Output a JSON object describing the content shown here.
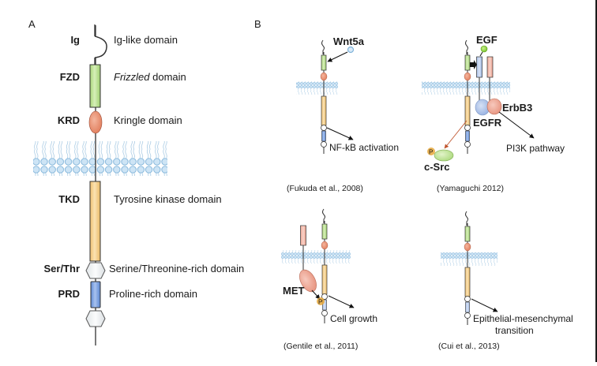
{
  "panel_a": {
    "letter": "A",
    "domains": [
      {
        "abbr": "Ig",
        "name": "Ig-like domain",
        "shape": "loop",
        "italic_part": ""
      },
      {
        "abbr": "FZD",
        "name_italic": "Frizzled",
        "name": " domain",
        "shape": "rect",
        "color": "#b9df8d"
      },
      {
        "abbr": "KRD",
        "name": "Kringle domain",
        "shape": "ellipse",
        "color": "#e98b6e"
      },
      {
        "abbr": "TKD",
        "name": "Tyrosine kinase domain",
        "shape": "rect",
        "color": "#f5d08e"
      },
      {
        "abbr": "Ser/Thr",
        "name": "Serine/Threonine-rich domain",
        "shape": "hexagon",
        "color": "#eef0f2"
      },
      {
        "abbr": "PRD",
        "name": "Proline-rich domain",
        "shape": "rect",
        "color": "#7fa5e0"
      }
    ]
  },
  "panel_b": {
    "letter": "B",
    "subpanels": [
      {
        "id": "wnt5a",
        "ligand": "Wnt5a",
        "effect": "NF-kB activation",
        "citation": "(Fukuda et al., 2008)"
      },
      {
        "id": "egf",
        "ligand": "EGF",
        "partner1": "EGFR",
        "partner2": "ErbB3",
        "effect": "PI3K pathway",
        "kinase": "c-Src",
        "phospho": "P",
        "citation": "(Yamaguchi 2012)"
      },
      {
        "id": "met",
        "partner": "MET",
        "phospho": "P",
        "effect": "Cell growth",
        "citation": "(Gentile et al., 2011)"
      },
      {
        "id": "emt",
        "effect_line1": "Epithelial-mesenchymal",
        "effect_line2": "transition",
        "citation": "(Cui et al., 2013)"
      }
    ]
  },
  "colors": {
    "fzd": "#b9df8d",
    "krd": "#e98b6e",
    "tkd": "#f5d08e",
    "prd": "#7fa5e0",
    "hex": "#eef0f2",
    "membrane": "#a9cfe9",
    "membrane_stroke": "#7fb3d9",
    "egf_ligand": "#8fd13a",
    "wnt_ligand": "#b9d8f0",
    "egfr": "#b8cbeb",
    "erbb3": "#f1b3a6",
    "met": "#f1b3a6",
    "csrc": "#c8e6a0",
    "phospho": "#e8a83a",
    "src_arrow": "#c0552e"
  }
}
